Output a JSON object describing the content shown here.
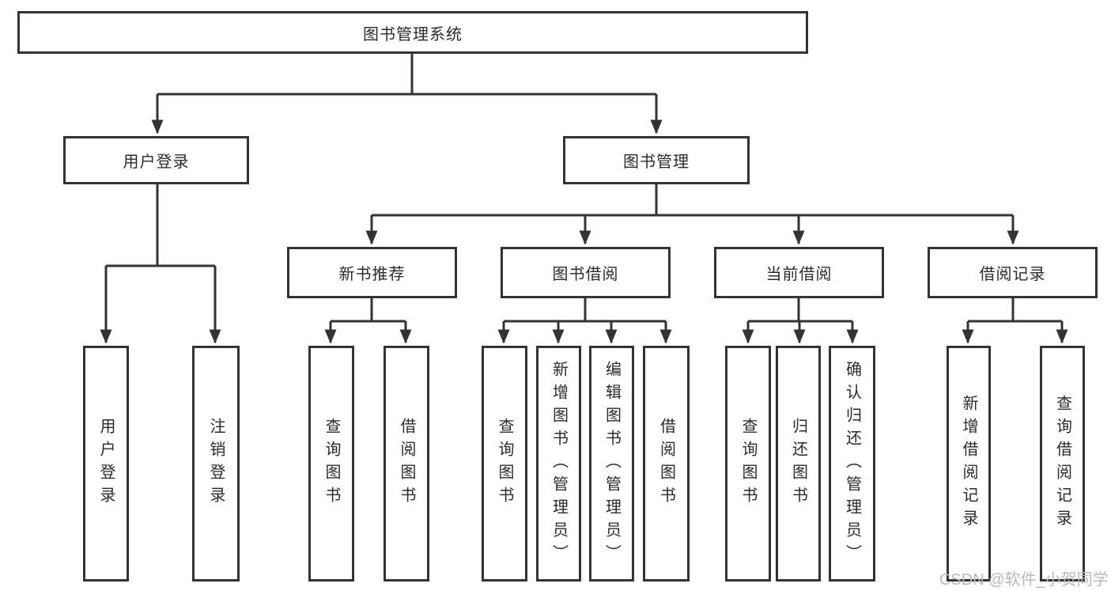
{
  "diagram": {
    "root": {
      "label": "图书管理系统"
    },
    "branches": [
      {
        "label": "用户登录",
        "children": [
          {
            "label": "用户登录"
          },
          {
            "label": "注销登录"
          }
        ]
      },
      {
        "label": "图书管理",
        "children": [
          {
            "label": "新书推荐",
            "children": [
              {
                "label": "查询图书"
              },
              {
                "label": "借阅图书"
              }
            ]
          },
          {
            "label": "图书借阅",
            "children": [
              {
                "label": "查询图书"
              },
              {
                "label": "新增图书（管理员）"
              },
              {
                "label": "编辑图书（管理员）"
              },
              {
                "label": "借阅图书"
              }
            ]
          },
          {
            "label": "当前借阅",
            "children": [
              {
                "label": "查询图书"
              },
              {
                "label": "归还图书"
              },
              {
                "label": "确认归还（管理员）"
              }
            ]
          },
          {
            "label": "借阅记录",
            "children": [
              {
                "label": "新增借阅记录"
              },
              {
                "label": "查询借阅记录"
              }
            ]
          }
        ]
      }
    ]
  },
  "watermark": {
    "text": "CSDN @软件_小贺同学"
  },
  "colors": {
    "line": "#333333",
    "text": "#2b2b2b",
    "watermark": "#b9b9b9",
    "background": "#ffffff"
  }
}
